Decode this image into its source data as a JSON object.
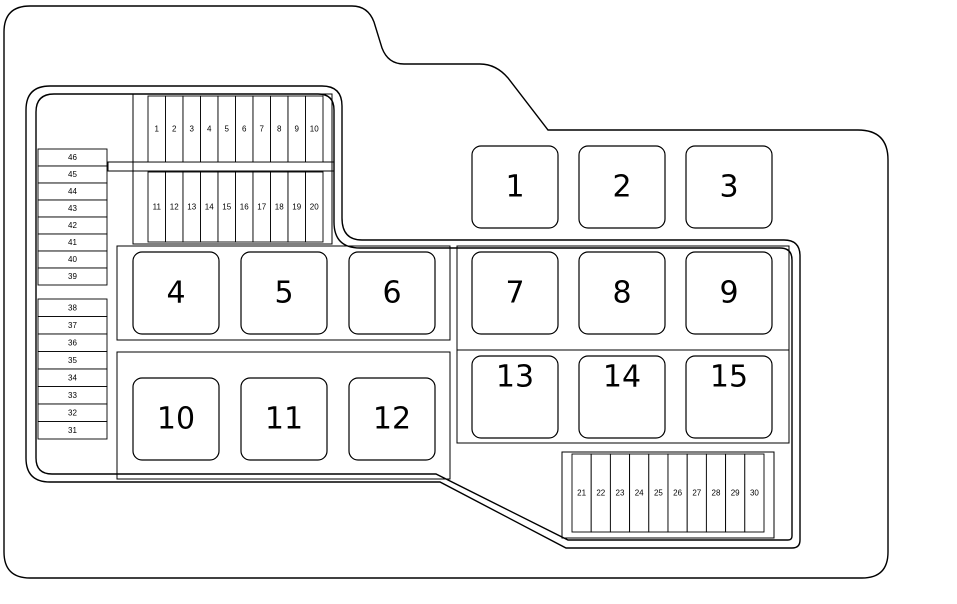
{
  "diagram": {
    "relays": [
      "1",
      "2",
      "3",
      "4",
      "5",
      "6",
      "7",
      "8",
      "9",
      "10",
      "11",
      "12",
      "13",
      "14",
      "15"
    ],
    "top_fuses_row1": [
      "1",
      "2",
      "3",
      "4",
      "5",
      "6",
      "7",
      "8",
      "9",
      "10"
    ],
    "top_fuses_row2": [
      "11",
      "12",
      "13",
      "14",
      "15",
      "16",
      "17",
      "18",
      "19",
      "20"
    ],
    "left_fuses_upper": [
      "46",
      "45",
      "44",
      "43",
      "42",
      "41",
      "40",
      "39"
    ],
    "left_fuses_lower": [
      "38",
      "37",
      "36",
      "35",
      "34",
      "33",
      "32",
      "31"
    ],
    "bottom_fuses": [
      "21",
      "22",
      "23",
      "24",
      "25",
      "26",
      "27",
      "28",
      "29",
      "30"
    ]
  }
}
